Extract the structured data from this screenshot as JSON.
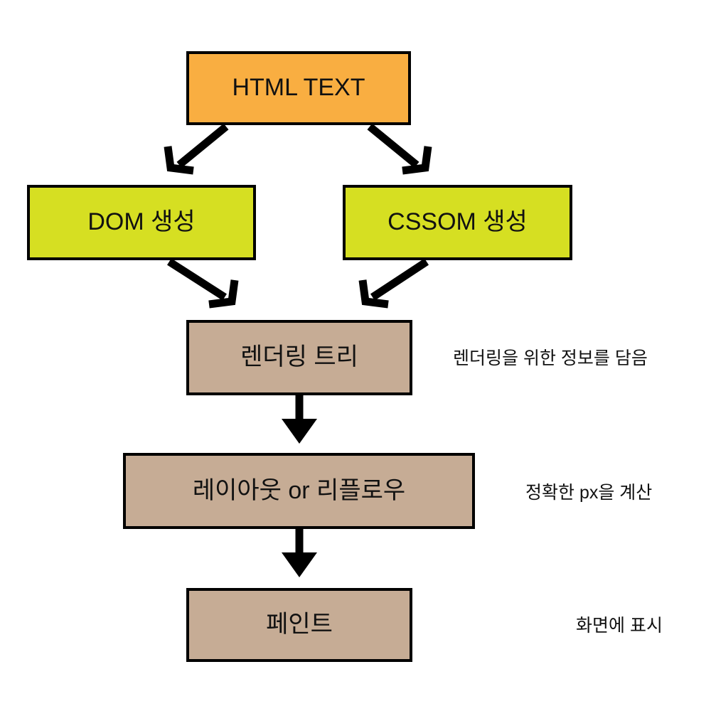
{
  "diagram": {
    "title": "Browser rendering pipeline",
    "background": "#ffffff",
    "colors": {
      "html_box": "#F9AE41",
      "dom_box": "#D6DF22",
      "cssom_box": "#D6DF22",
      "render_box": "#C6AC95",
      "layout_box": "#C6AC95",
      "paint_box": "#C6AC95",
      "stroke": "#000000",
      "text": "#111111"
    },
    "nodes": {
      "html_text": "HTML TEXT",
      "dom": "DOM 생성",
      "cssom": "CSSOM 생성",
      "render_tree": "렌더링 트리",
      "layout": "레이아웃 or 리플로우",
      "paint": "페인트"
    },
    "notes": {
      "render_tree": "렌더링을 위한 정보를 담음",
      "layout": "정확한 px을 계산",
      "paint": "화면에 표시"
    },
    "edges": [
      {
        "from": "html_text",
        "to": "dom",
        "style": "diagonal-arrow"
      },
      {
        "from": "html_text",
        "to": "cssom",
        "style": "diagonal-arrow"
      },
      {
        "from": "dom",
        "to": "render_tree",
        "style": "diagonal-arrow"
      },
      {
        "from": "cssom",
        "to": "render_tree",
        "style": "diagonal-arrow"
      },
      {
        "from": "render_tree",
        "to": "layout",
        "style": "vertical-arrow"
      },
      {
        "from": "layout",
        "to": "paint",
        "style": "vertical-arrow"
      }
    ]
  }
}
